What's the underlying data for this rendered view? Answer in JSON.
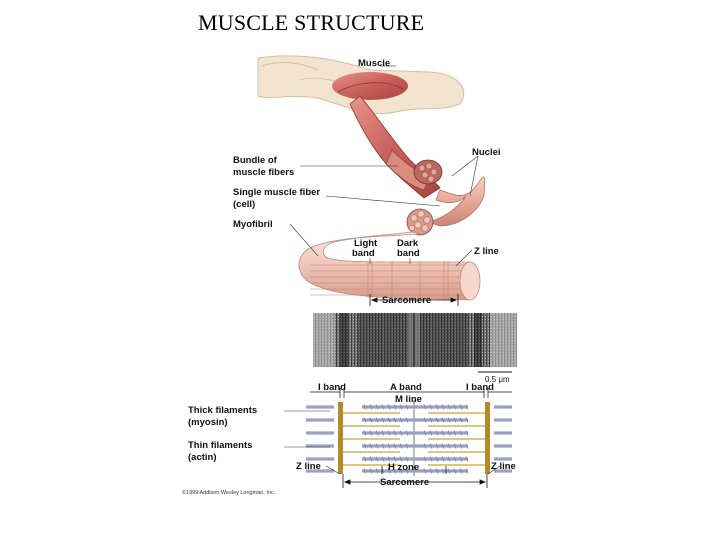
{
  "title": "MUSCLE STRUCTURE",
  "labels": {
    "muscle": "Muscle",
    "bundle_line1": "Bundle of",
    "bundle_line2": "muscle fibers",
    "nuclei": "Nuclei",
    "single_line1": "Single muscle fiber",
    "single_line2": "(cell)",
    "myofibril": "Myofibril",
    "light_band_line1": "Light",
    "light_band_line2": "band",
    "dark_band_line1": "Dark",
    "dark_band_line2": "band",
    "z_line_top": "Z line",
    "sarcomere_top": "Sarcomere",
    "scale": "0.5 μm",
    "i_band_left": "I band",
    "a_band": "A band",
    "i_band_right": "I band",
    "m_line": "M line",
    "thick_line1": "Thick filaments",
    "thick_line2": "(myosin)",
    "thin_line1": "Thin filaments",
    "thin_line2": "(actin)",
    "z_line_left": "Z line",
    "h_zone": "H zone",
    "z_line_right": "Z line",
    "sarcomere_bottom": "Sarcomere",
    "credit": "©1999 Addison Wesley Longman, Inc."
  },
  "colors": {
    "skin": "#f3e4cf",
    "muscle": "#c9605a",
    "fiber": "#e8b0a4",
    "myosin": "#9aa2c4",
    "actin": "#d9b25a",
    "z_line": "#b58a2a"
  }
}
